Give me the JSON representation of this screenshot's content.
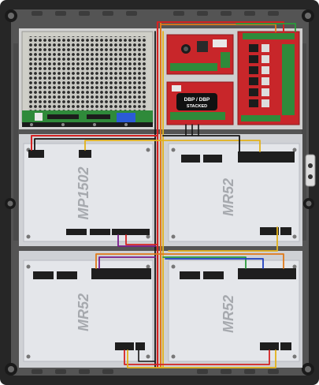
{
  "enclosure": {
    "boards": {
      "controller_label": "MP1502",
      "module_label": "MR52",
      "dbp_board_line1": "DBP / DBP",
      "dbp_board_line2": "STACKED"
    }
  },
  "colors": {
    "enclosure_frame": "#2b2b2b",
    "backplate": "#5a5a5a",
    "mount_plate": "#d6d6d6",
    "board_panel": "#e4e6ea",
    "red_pcb": "#c8262a",
    "psu_case": "#d4d4ce",
    "wire_red": "#d42222",
    "wire_yellow": "#e3b21a",
    "wire_black": "#151515",
    "wire_orange": "#e07a1a",
    "wire_purple": "#7a1b8c",
    "wire_green": "#2a9a3a",
    "wire_blue": "#1f3fbf",
    "connector_green": "#2f8a3a",
    "connector_black": "#1e1e1e"
  }
}
